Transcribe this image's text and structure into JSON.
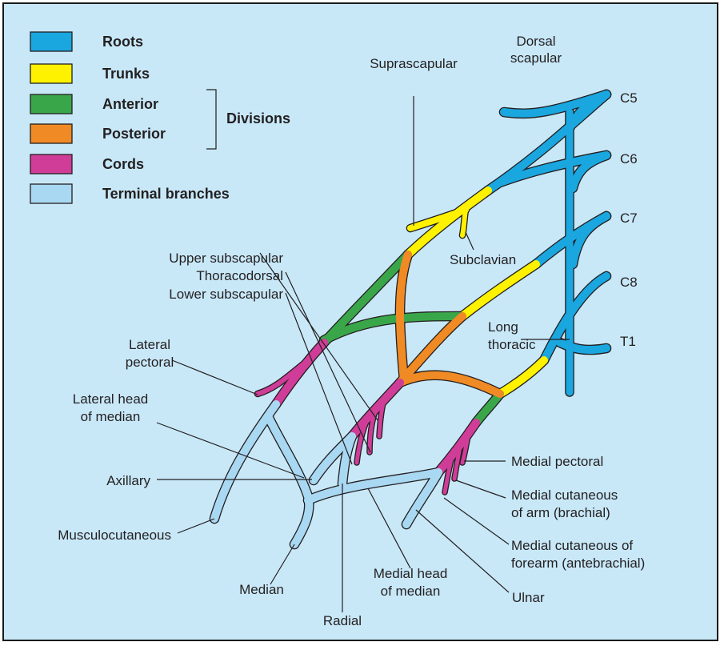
{
  "colors": {
    "roots": "#1aa6df",
    "trunks": "#fff200",
    "anterior": "#3aa64a",
    "posterior": "#f08a24",
    "cords": "#cf3d98",
    "terminal": "#a9d8f2",
    "background": "#c8e8f8",
    "outline": "#231f20"
  },
  "legend": {
    "items": [
      {
        "key": "roots",
        "label": "Roots"
      },
      {
        "key": "trunks",
        "label": "Trunks"
      },
      {
        "key": "anterior",
        "label": "Anterior"
      },
      {
        "key": "posterior",
        "label": "Posterior"
      },
      {
        "key": "cords",
        "label": "Cords"
      },
      {
        "key": "terminal",
        "label": "Terminal branches"
      }
    ],
    "divisions_label": "Divisions"
  },
  "labels": {
    "dorsal_scapular": [
      "Dorsal",
      "scapular"
    ],
    "suprascapular": "Suprascapular",
    "c5": "C5",
    "c6": "C6",
    "c7": "C7",
    "c8": "C8",
    "t1": "T1",
    "subclavian": "Subclavian",
    "long_thoracic": [
      "Long",
      "thoracic"
    ],
    "upper_subscapular": "Upper subscapular",
    "thoracodorsal": "Thoracodorsal",
    "lower_subscapular": "Lower subscapular",
    "lateral_pectoral": [
      "Lateral",
      "pectoral"
    ],
    "lateral_head_of_median": [
      "Lateral head",
      "of median"
    ],
    "axillary": "Axillary",
    "musculocutaneous": "Musculocutaneous",
    "median": "Median",
    "radial": "Radial",
    "medial_head_of_median": [
      "Medial head",
      "of median"
    ],
    "ulnar": "Ulnar",
    "medial_pectoral": "Medial pectoral",
    "medial_cutaneous_arm": [
      "Medial cutaneous",
      "of arm (brachial)"
    ],
    "medial_cutaneous_forearm": [
      "Medial cutaneous of",
      "forearm (antebrachial)"
    ]
  }
}
